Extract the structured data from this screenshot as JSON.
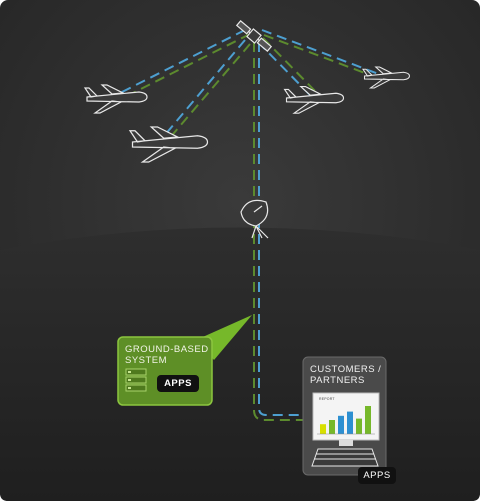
{
  "ground_system": {
    "title_line1": "GROUND-BASED",
    "title_line2": "SYSTEM",
    "apps_label": "APPS"
  },
  "customers": {
    "title_line1": "CUSTOMERS /",
    "title_line2": "PARTNERS",
    "report_label": "REPORT",
    "apps_label": "APPS"
  },
  "colors": {
    "sky": "#2c2c2c",
    "ground": "#262626",
    "link_blue": "#4d9fd0",
    "link_green": "#5c8a2e",
    "accent_green": "#76b82a",
    "bar_yellow": "#d8e000",
    "bar_green": "#76b82a",
    "bar_blue": "#2d8fd1"
  },
  "report_bars": [
    {
      "color": "yellow",
      "value": 0.35
    },
    {
      "color": "green",
      "value": 0.5
    },
    {
      "color": "blue",
      "value": 0.65
    },
    {
      "color": "blue",
      "value": 0.8
    },
    {
      "color": "green",
      "value": 0.55
    },
    {
      "color": "green",
      "value": 1.0
    }
  ]
}
